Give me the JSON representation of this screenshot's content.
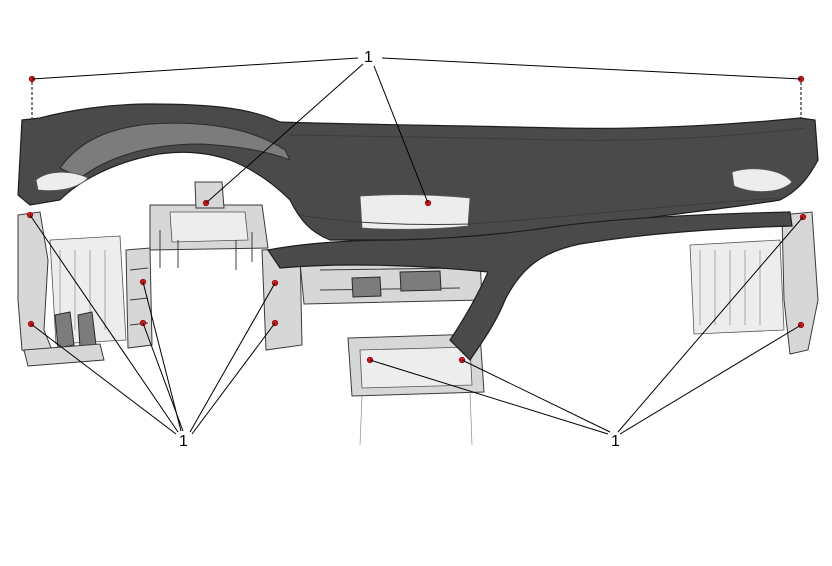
{
  "callouts": [
    {
      "id": "top",
      "label": "1"
    },
    {
      "id": "bottom-left",
      "label": "1"
    },
    {
      "id": "bottom-right",
      "label": "1"
    }
  ],
  "colors": {
    "fastener": "#d0161b",
    "panel": "#4a4a4a",
    "frame": "#d7d7d7",
    "line": "#000000"
  }
}
